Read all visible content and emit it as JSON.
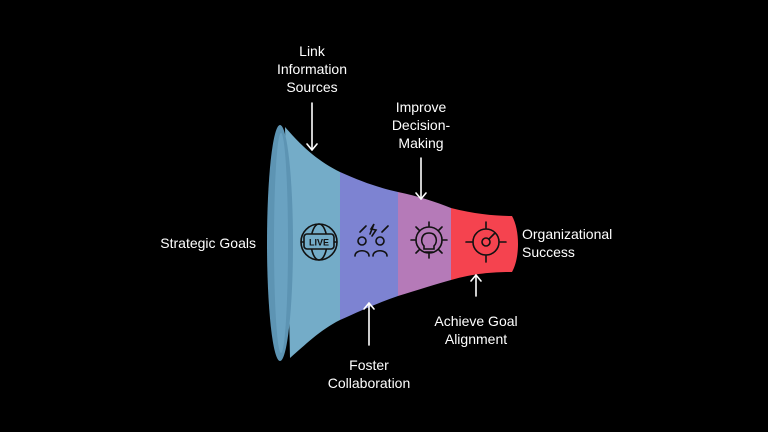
{
  "labels": {
    "start": "Strategic Goals",
    "end": [
      "Organizational",
      "Success"
    ],
    "stage1_above": [
      "Link",
      "Information",
      "Sources"
    ],
    "stage2_below": [
      "Foster",
      "Collaboration"
    ],
    "stage3_above": [
      "Improve",
      "Decision-",
      "Making"
    ],
    "stage4_below": [
      "Achieve Goal",
      "Alignment"
    ],
    "live_badge": "LIVE"
  },
  "colors": {
    "background": "#000000",
    "stage1": "#74acc8",
    "stage1_rim": "#5d94b3",
    "stage2": "#7d83d2",
    "stage3": "#b57ab8",
    "stage4": "#f5434f",
    "text": "#ffffff"
  },
  "icons": {
    "stage1": "globe-live-icon",
    "stage2": "people-collaboration-icon",
    "stage3": "lightbulb-gear-icon",
    "stage4": "target-dial-icon"
  }
}
